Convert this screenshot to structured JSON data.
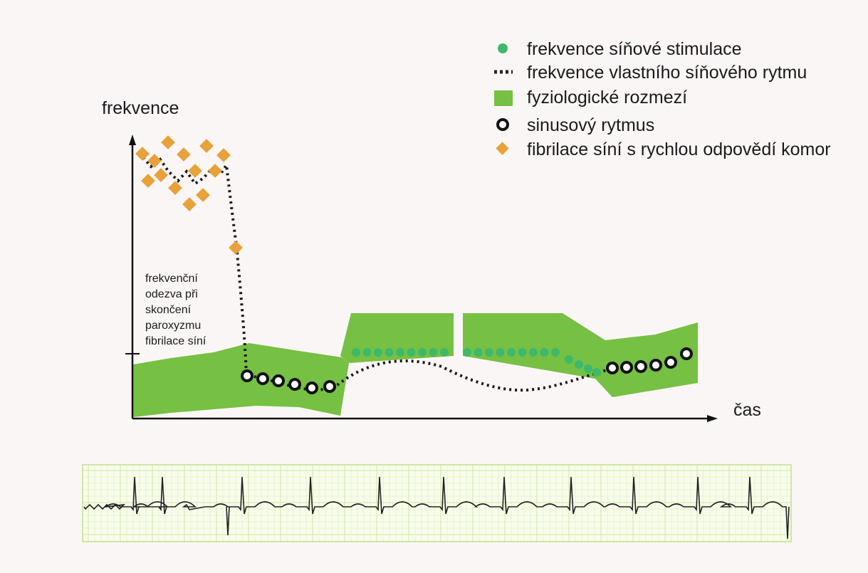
{
  "figure": {
    "y_axis_label": "frekvence",
    "x_axis_label": "čas",
    "annotation_lines": [
      "frekvenční",
      "odezva při",
      "skončení",
      "paroxyzmu",
      "fibrilace síní"
    ]
  },
  "legend": {
    "items": [
      {
        "marker": "green-dot",
        "label": "frekvence síňové stimulace"
      },
      {
        "marker": "dotted-line",
        "label": "frekvence vlastního síňového rytmu"
      },
      {
        "marker": "green-square",
        "label": "fyziologické rozmezí"
      },
      {
        "marker": "black-ring",
        "label": "sinusový rytmus"
      },
      {
        "marker": "orange-diamond",
        "label": "fibrilace síní s rychlou odpovědí komor"
      }
    ]
  },
  "colors": {
    "background": "#fbf6f6",
    "physiologic_band": "#76c043",
    "pacing_dot": "#3eb86a",
    "af_diamond": "#e9a13a",
    "ecg_grid": "#d6ebb0",
    "ecg_trace": "#222222"
  }
}
